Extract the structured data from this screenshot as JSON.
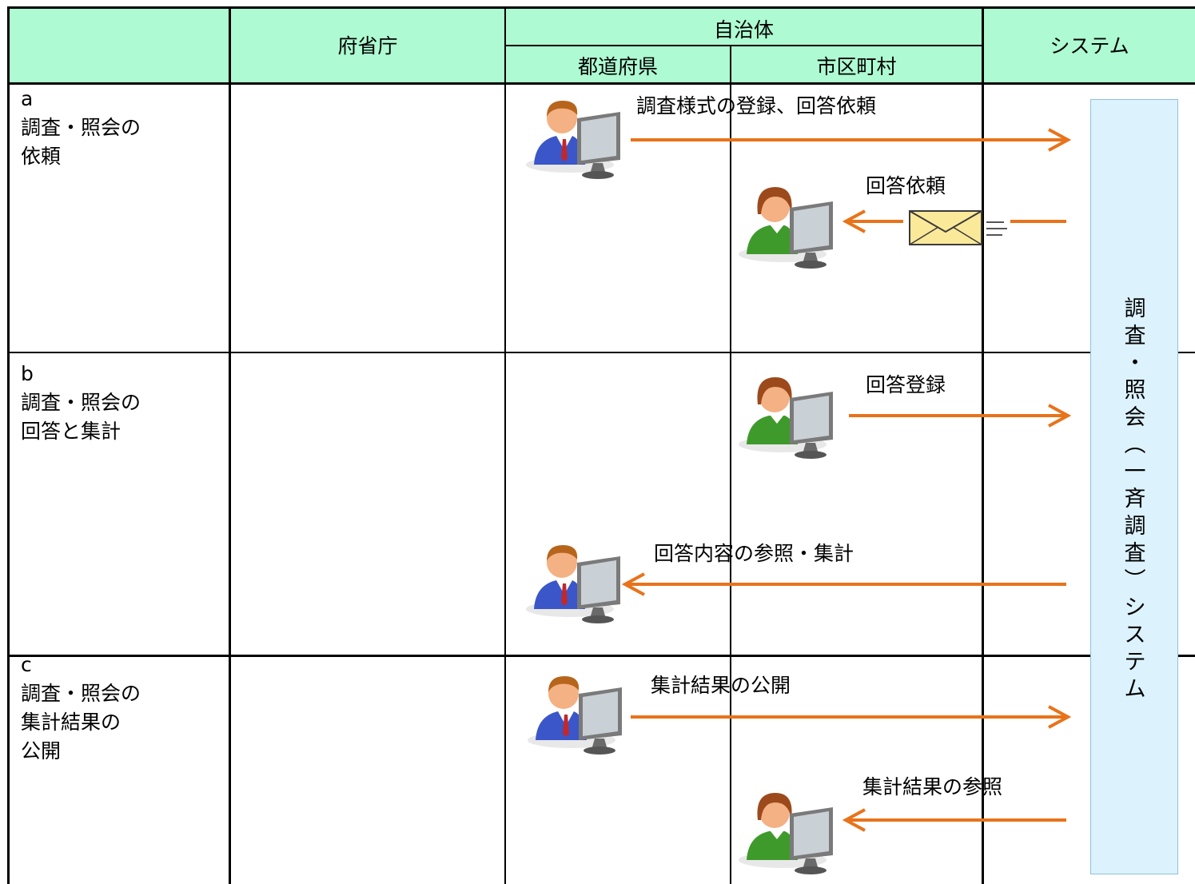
{
  "header": {
    "ministry": "府省庁",
    "local_gov": "自治体",
    "prefecture": "都道府県",
    "municipality": "市区町村",
    "system": "システム"
  },
  "rows": [
    {
      "id": "a",
      "label_lines": [
        "a",
        "調査・照会の",
        "依頼"
      ]
    },
    {
      "id": "b",
      "label_lines": [
        "b",
        "調査・照会の",
        "回答と集計"
      ]
    },
    {
      "id": "c",
      "label_lines": [
        "c",
        "調査・照会の",
        "集計結果の",
        "公開"
      ]
    }
  ],
  "flows": {
    "register_request": "調査様式の登録、回答依頼",
    "answer_request": "回答依頼",
    "answer_register": "回答登録",
    "answer_view_aggregate": "回答内容の参照・集計",
    "publish_results": "集計結果の公開",
    "view_results": "集計結果の参照"
  },
  "system_box": {
    "title_chars": [
      "調",
      "査",
      "・",
      "照",
      "会",
      "︵",
      "一",
      "斉",
      "調",
      "査",
      "︶",
      "シ",
      "ス",
      "テ",
      "ム"
    ]
  },
  "colors": {
    "header_bg": "#aefad2",
    "arrow": "#e8731a",
    "system_box_bg": "#dcf2fd",
    "prefecture_user_shirt": "#3a56c8",
    "municipality_user_shirt": "#3f9a2c"
  },
  "icons": {
    "prefecture_user": "user-at-computer-icon",
    "municipality_user": "user-at-computer-icon",
    "mail": "envelope-icon"
  }
}
